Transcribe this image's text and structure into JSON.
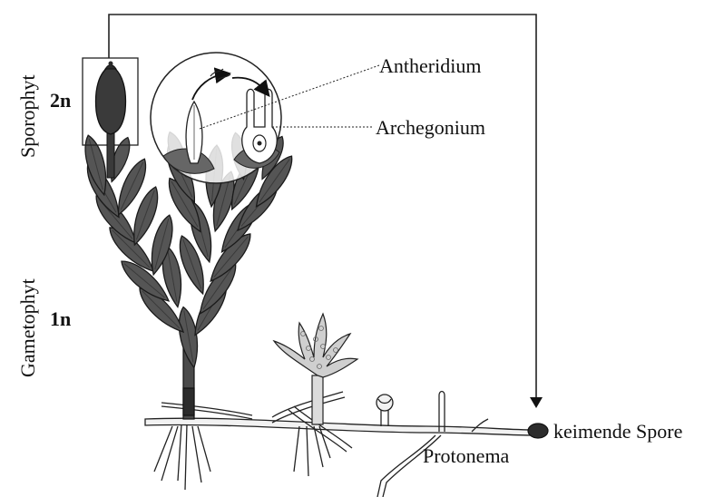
{
  "labels": {
    "sporophyt": "Sporophyt",
    "gametophyt": "Gametophyt",
    "ploidy_2n": "2n",
    "ploidy_1n": "1n",
    "antheridium": "Antheridium",
    "archegonium": "Archegonium",
    "spore": "keimende Spore",
    "protonema": "Protonema"
  },
  "colors": {
    "leaf": "#555555",
    "leaf_dark": "#3a3a3a",
    "outline": "#111111",
    "line": "#222222",
    "ground": "#e8e8e8"
  }
}
